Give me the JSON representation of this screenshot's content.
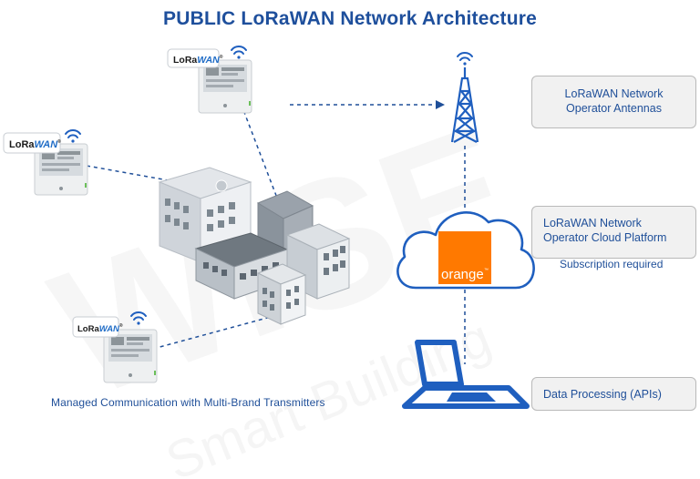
{
  "header": {
    "title": "PUBLIC LoRaWAN Network Architecture"
  },
  "labels": {
    "antennas": [
      "LoRaWAN Network",
      "Operator Antennas"
    ],
    "cloud": [
      "LoRaWAN Network",
      "Operator Cloud Platform"
    ],
    "subscription": "Subscription required",
    "data_processing": "Data Processing (APIs)",
    "managed_comm": "Managed Communication with Multi-Brand Transmitters"
  },
  "devices": {
    "badge_text_main": "LoRa",
    "badge_text_accent": "WAN",
    "badge_mark": "®"
  },
  "cloud": {
    "brand": "orange",
    "brand_mark": "™"
  },
  "watermark": {
    "brand": "WISE",
    "tagline": "Smart Building"
  },
  "icons": [
    "wifi-icon",
    "antenna-tower-icon",
    "cloud-icon",
    "laptop-icon",
    "building-icon",
    "sensor-device-icon"
  ],
  "colors": {
    "title": "#1e4f9c",
    "text_blue": "#1f4f99",
    "icon_blue": "#1f5fbf",
    "orange": "#ff7900",
    "box_bg": "#f1f1f1",
    "box_border": "#b9b9b9"
  }
}
